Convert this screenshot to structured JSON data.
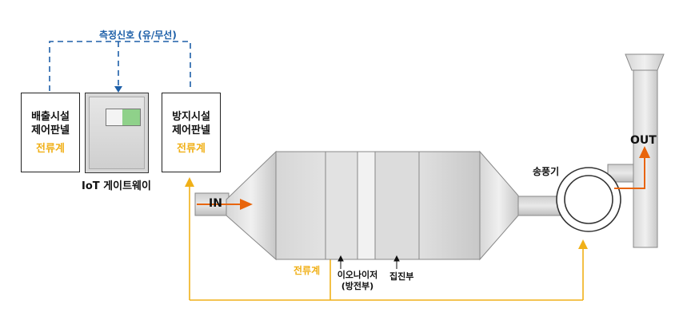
{
  "signal": {
    "label": "측정신호 (유/무선)"
  },
  "emission_panel": {
    "title_line1": "배출시설",
    "title_line2": "제어판넬",
    "meter": "전류계"
  },
  "gateway": {
    "caption": "IoT 게이트웨이"
  },
  "prevention_panel": {
    "title_line1": "방지시설",
    "title_line2": "제어판넬",
    "meter": "전류계"
  },
  "duct": {
    "in_label": "IN",
    "out_label": "OUT"
  },
  "fan": {
    "label": "송풍기"
  },
  "bottom_labels": {
    "meter": "전류계",
    "ionizer_line1": "이오나이저",
    "ionizer_line2": "(방전부)",
    "collector": "집진부"
  },
  "colors": {
    "signal_line": "#1d5fa8",
    "meter_line": "#f0b018",
    "flow_arrow": "#e8650c"
  }
}
